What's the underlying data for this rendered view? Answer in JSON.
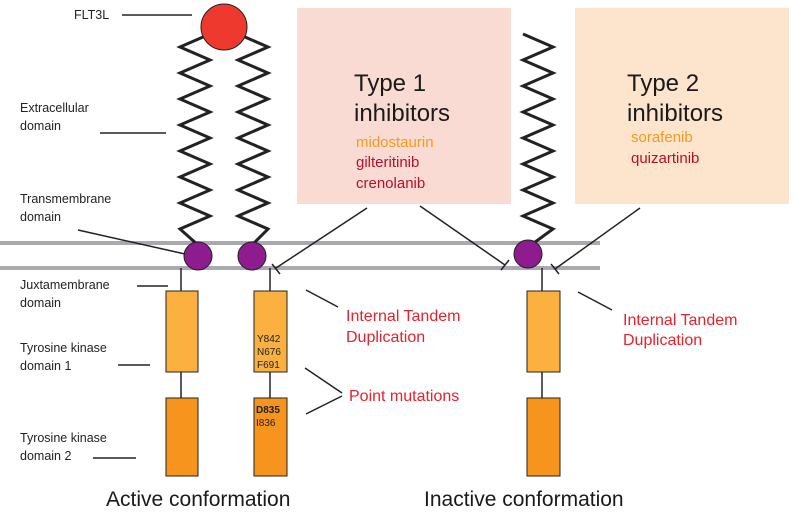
{
  "labels": {
    "ligand": "FLT3L",
    "extracellular": [
      "Extracellular",
      "domain"
    ],
    "transmembrane": [
      "Transmembrane",
      "domain"
    ],
    "juxtamembrane": [
      "Juxtamembrane",
      "domain"
    ],
    "tk1": [
      "Tyrosine kinase",
      "domain 1"
    ],
    "tk2": [
      "Tyrosine kinase",
      "domain 2"
    ]
  },
  "type1": {
    "title_line1": "Type 1",
    "title_line2": "inhibitors",
    "drugs": [
      "midostaurin",
      "gilteritinib",
      "crenolanib"
    ]
  },
  "type2": {
    "title_line1": "Type 2",
    "title_line2": "inhibitors",
    "drugs": [
      "sorafenib",
      "quizartinib"
    ]
  },
  "mutations": {
    "tk1": [
      "Y842",
      "N676",
      "F691"
    ],
    "tk2_bold": "D835",
    "tk2": "I836"
  },
  "annotations": {
    "itd_active": [
      "Internal Tandem",
      "Duplication"
    ],
    "point": "Point mutations",
    "itd_inactive": [
      "Internal Tandem",
      "Duplication"
    ]
  },
  "conformations": {
    "active": "Active conformation",
    "inactive": "Inactive conformation"
  },
  "colors": {
    "ligand": "#ee3a2e",
    "membrane": "#a9a9b2",
    "tm_circle": "#8e1c8e",
    "jm_box": "#fcb040",
    "tk1_box": "#fbb040",
    "tk2_box": "#f7941d",
    "type1_bg": "#fadbd3",
    "type2_bg": "#fce5cc"
  }
}
